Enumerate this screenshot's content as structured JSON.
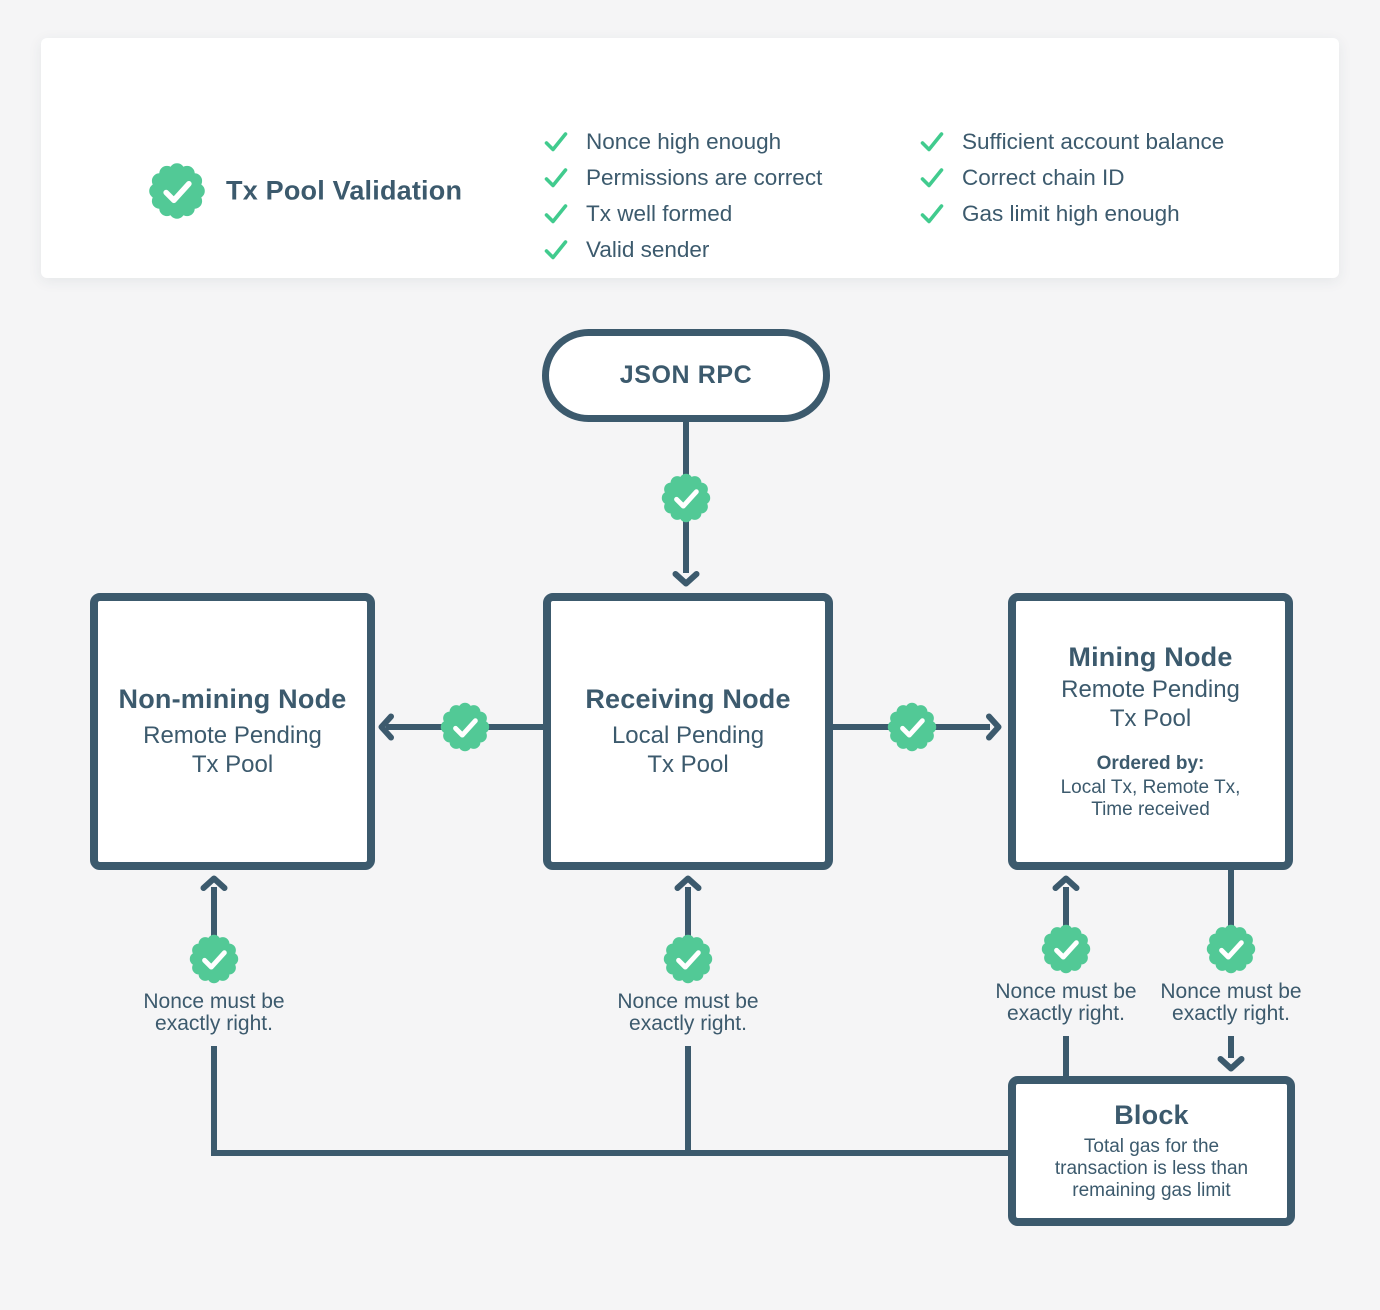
{
  "validation_card": {
    "title": "Tx Pool Validation",
    "checks_col1": [
      "Nonce high enough",
      "Permissions are correct",
      "Tx well formed",
      "Valid sender"
    ],
    "checks_col2": [
      "Sufficient account balance",
      "Correct chain ID",
      "Gas limit high enough"
    ]
  },
  "flow": {
    "entry_label": "JSON RPC",
    "nodes": {
      "non_mining": {
        "title": "Non-mining Node",
        "subtitle_lines": [
          "Remote Pending",
          "Tx Pool"
        ]
      },
      "receiving": {
        "title": "Receiving Node",
        "subtitle_lines": [
          "Local Pending",
          "Tx Pool"
        ]
      },
      "mining": {
        "title": "Mining Node",
        "subtitle_lines": [
          "Remote Pending",
          "Tx Pool"
        ],
        "ordered_by_label": "Ordered by:",
        "ordered_by_lines": [
          "Local Tx, Remote Tx,",
          "Time received"
        ]
      },
      "block": {
        "title": "Block",
        "body_lines": [
          "Total gas for the",
          "transaction is less than",
          "remaining gas limit"
        ]
      }
    },
    "nonce_note_lines": [
      "Nonce must be",
      "exactly right."
    ]
  },
  "colors": {
    "slate": "#3c5a6d",
    "badge_green": "#52c996",
    "check_green": "#41cb8e",
    "background": "#f5f5f6",
    "card_background": "#ffffff"
  }
}
